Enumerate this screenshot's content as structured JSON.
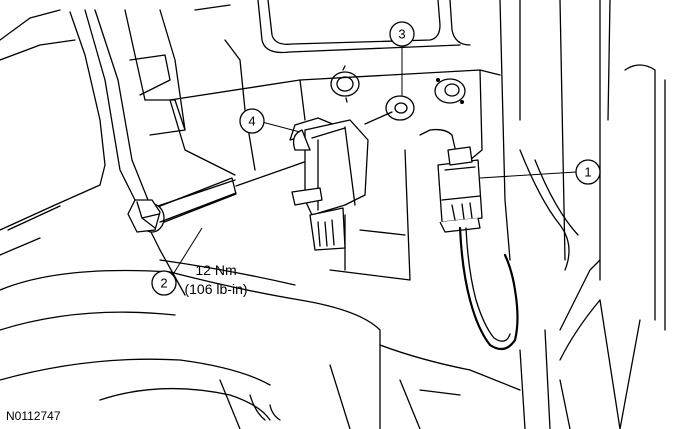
{
  "figure_id": "N0112747",
  "torque": {
    "line1": "12 Nm",
    "line2": "(106 lb-in)"
  },
  "callouts": [
    {
      "id": "callout-1",
      "number": "1"
    },
    {
      "id": "callout-2",
      "number": "2"
    },
    {
      "id": "callout-3",
      "number": "3"
    },
    {
      "id": "callout-4",
      "number": "4"
    }
  ]
}
